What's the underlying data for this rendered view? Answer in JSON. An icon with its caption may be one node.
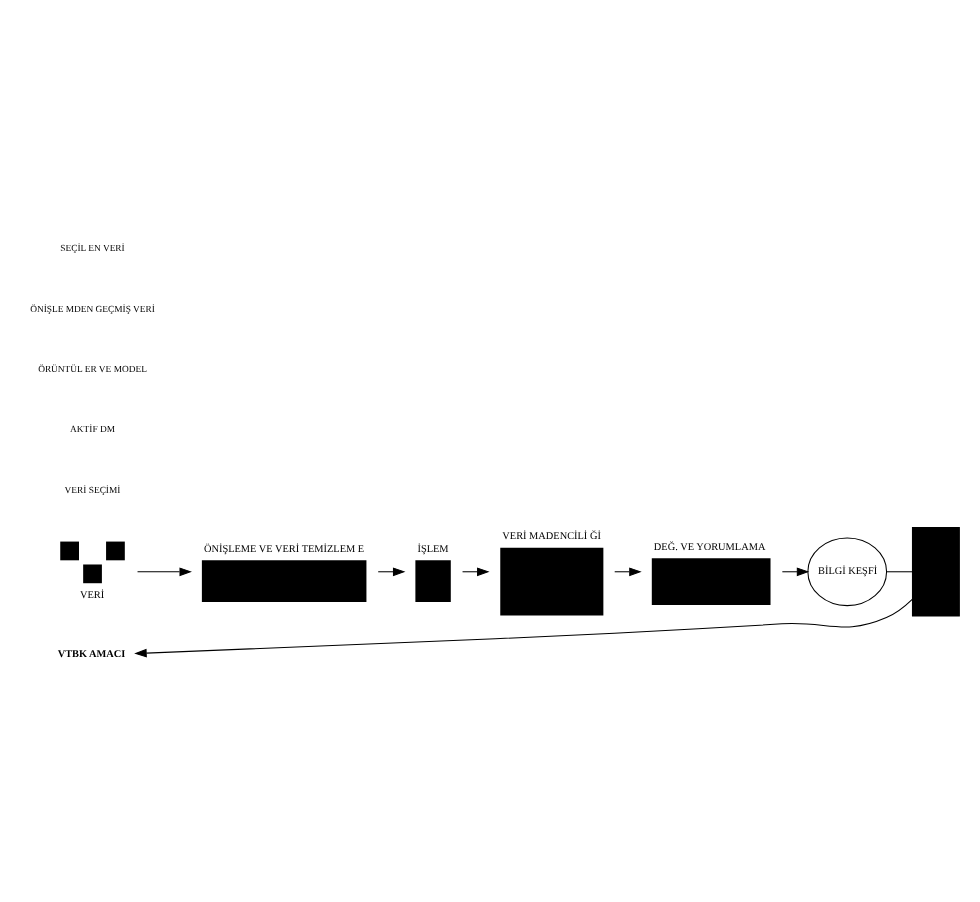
{
  "diagram": {
    "nodes": [
      {
        "text": [
          "VERİ"
        ]
      },
      {
        "text": [
          "ÖNİŞLEME VE VERİ TEMİZLEM E"
        ]
      },
      {
        "text": [
          "İŞLEM"
        ]
      },
      {
        "text": [
          "VERİ MADENCİLİ Ğİ"
        ]
      },
      {
        "text": [
          "DEĞ. VE YORUMLAMA"
        ]
      },
      {
        "text": [
          "BİLGİ KEŞFİ"
        ]
      },
      {
        "text": [],
        "shape": "box"
      },
      {
        "text": [
          "VTBK AMACI"
        ]
      }
    ],
    "edges": [
      {
        "from": 0,
        "to": 1,
        "arrow": "to"
      },
      {
        "from": 1,
        "to": 2,
        "arrow": "to"
      },
      {
        "from": 2,
        "to": 3,
        "arrow": "to"
      },
      {
        "from": 3,
        "to": 4,
        "arrow": "to"
      },
      {
        "from": 4,
        "to": 5,
        "arrow": "to"
      },
      {
        "from": 5,
        "to": 6,
        "arrow": "none"
      },
      {
        "from": 6,
        "to": 7,
        "arrow": "to"
      }
    ],
    "labels": [
      "VERİ SEÇİMİ",
      "AKTİF DM",
      "ÖRÜNTÜL ER VE MODEL",
      "ÖNİŞLE MDEN GEÇMİŞ VERİ",
      "SEÇİL EN VERİ"
    ]
  }
}
